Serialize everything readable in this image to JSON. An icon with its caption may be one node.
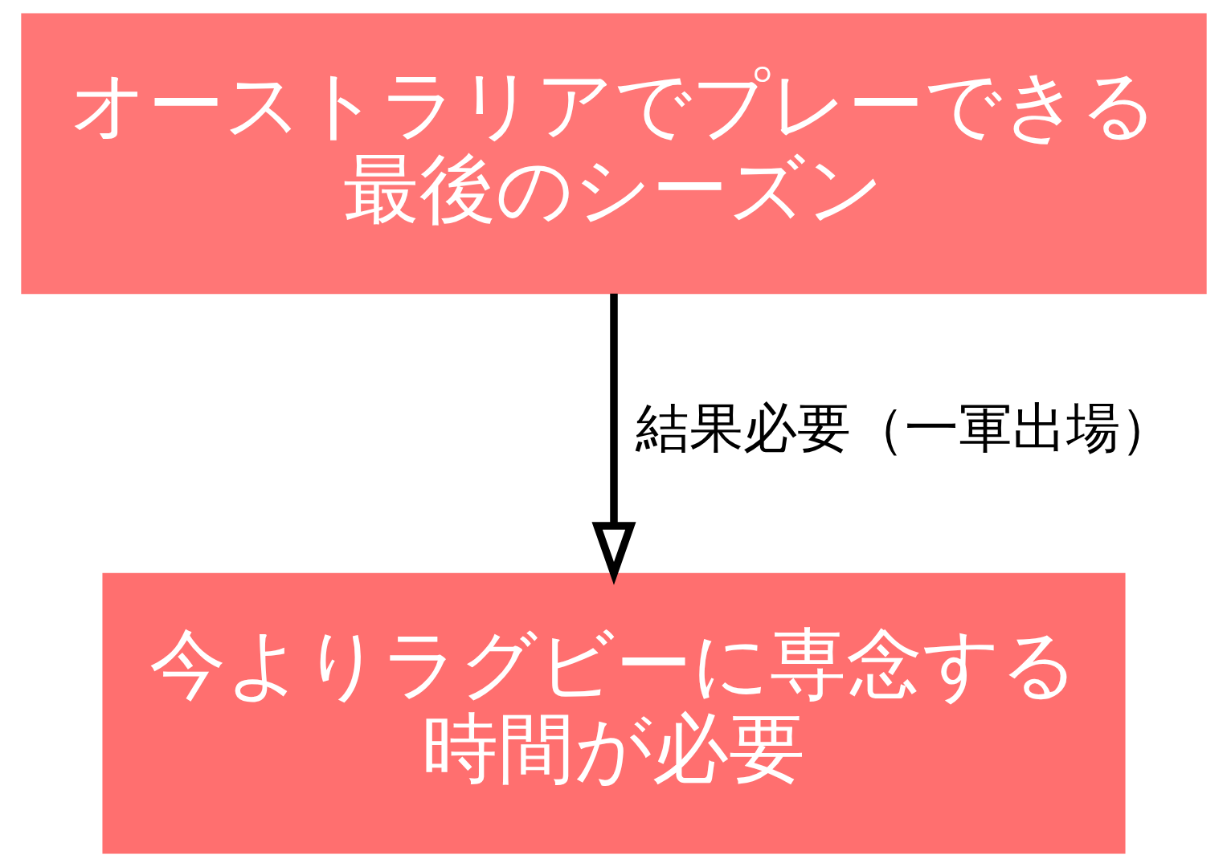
{
  "diagram": {
    "nodes": [
      {
        "text": [
          "オーストラリアでプレーできる最後のシーズン"
        ]
      },
      {
        "text": [
          "今よりラグビーに専念する時間が必要"
        ]
      }
    ],
    "edges": [
      {
        "from": 0,
        "to": 1,
        "arrow": "to",
        "label": "結果必要（一軍出場）"
      }
    ]
  }
}
